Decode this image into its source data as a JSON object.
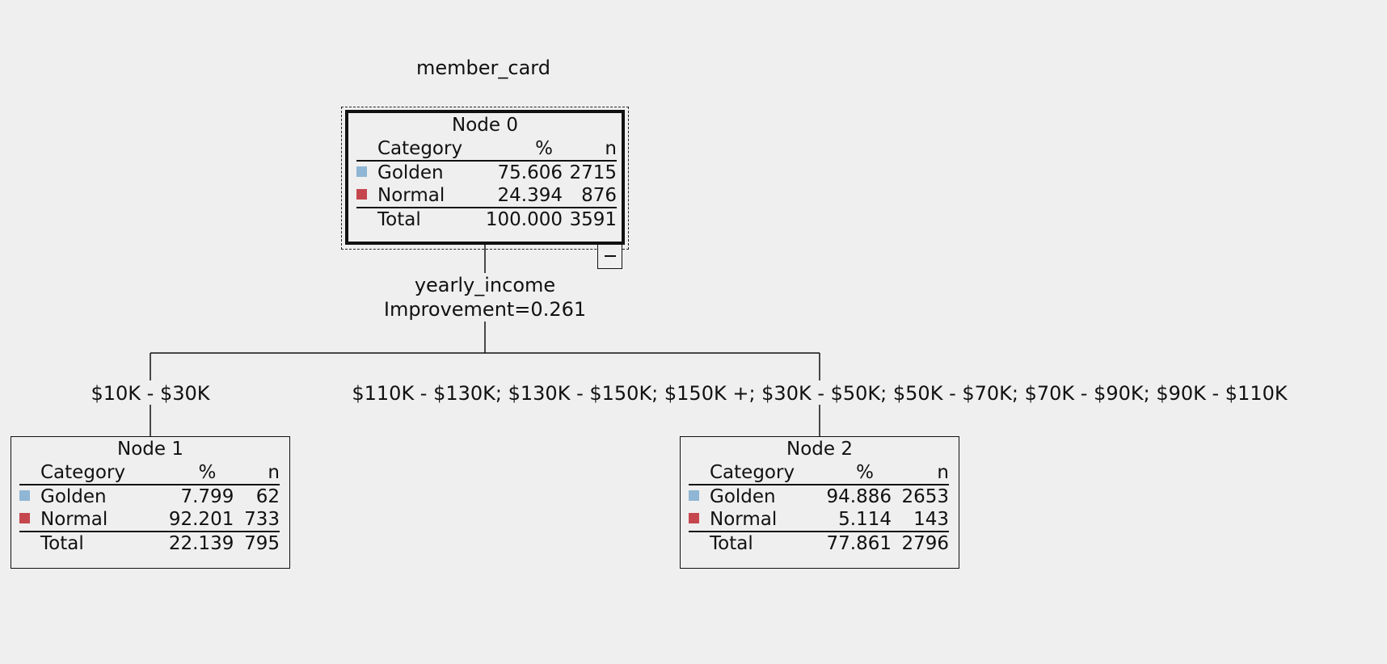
{
  "tree": {
    "target": "member_card",
    "split": {
      "variable": "yearly_income",
      "improvement": "Improvement=0.261",
      "branches": [
        "$10K - $30K",
        "$110K - $130K; $130K - $150K; $150K +; $30K - $50K; $50K - $70K; $70K - $90K; $90K - $110K"
      ]
    },
    "columns": {
      "category": "Category",
      "pct": "%",
      "n": "n"
    },
    "colors": {
      "golden": "#8fb6d4",
      "normal": "#c5474d"
    },
    "icons": {
      "collapse": "minus-icon"
    },
    "nodes": [
      {
        "title": "Node 0",
        "rows": [
          {
            "category": "Golden",
            "pct": "75.606",
            "n": "2715"
          },
          {
            "category": "Normal",
            "pct": "24.394",
            "n": "876"
          }
        ],
        "total": {
          "label": "Total",
          "pct": "100.000",
          "n": "3591"
        }
      },
      {
        "title": "Node 1",
        "rows": [
          {
            "category": "Golden",
            "pct": "7.799",
            "n": "62"
          },
          {
            "category": "Normal",
            "pct": "92.201",
            "n": "733"
          }
        ],
        "total": {
          "label": "Total",
          "pct": "22.139",
          "n": "795"
        }
      },
      {
        "title": "Node 2",
        "rows": [
          {
            "category": "Golden",
            "pct": "94.886",
            "n": "2653"
          },
          {
            "category": "Normal",
            "pct": "5.114",
            "n": "143"
          }
        ],
        "total": {
          "label": "Total",
          "pct": "77.861",
          "n": "2796"
        }
      }
    ]
  }
}
